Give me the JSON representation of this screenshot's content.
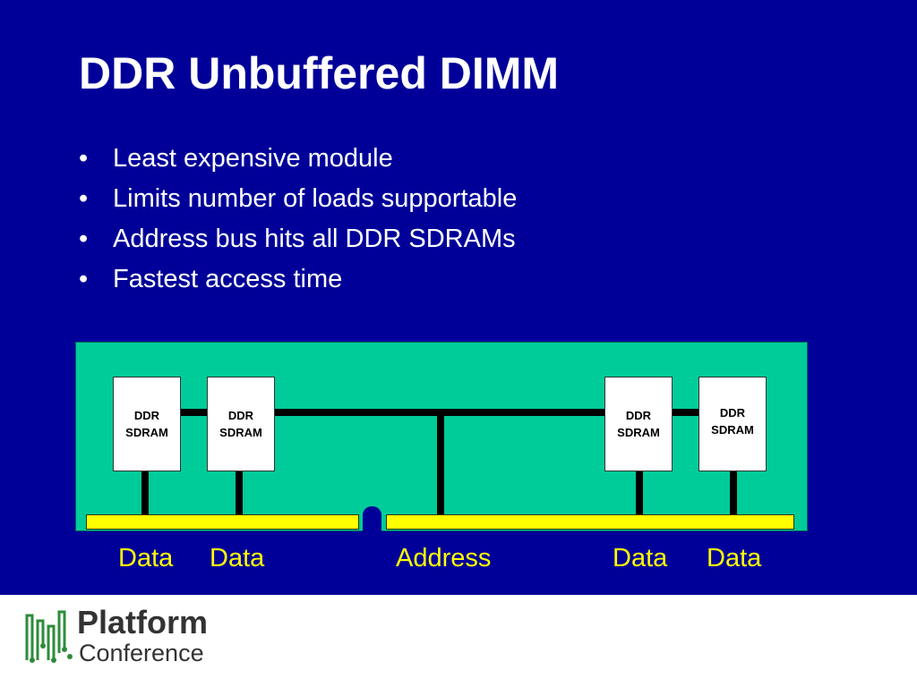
{
  "slide": {
    "title": "DDR Unbuffered DIMM",
    "bullets": [
      "Least expensive module",
      "Limits number of loads supportable",
      "Address bus hits all DDR SDRAMs",
      "Fastest access time"
    ],
    "bullet_char": "•"
  },
  "diagram": {
    "chips": [
      {
        "line1": "DDR",
        "line2": "SDRAM"
      },
      {
        "line1": "DDR",
        "line2": "SDRAM"
      },
      {
        "line1": "DDR",
        "line2": "SDRAM"
      },
      {
        "line1": "DDR",
        "line2": "SDRAM"
      }
    ],
    "labels": [
      "Data",
      "Data",
      "Address",
      "Data",
      "Data"
    ]
  },
  "footer": {
    "logo_line1": "Platform",
    "logo_line2": "Conference"
  },
  "colors": {
    "background": "#000099",
    "module": "#00cc99",
    "connector": "#ffff00",
    "label": "#ffff00",
    "text": "#ffffff"
  }
}
